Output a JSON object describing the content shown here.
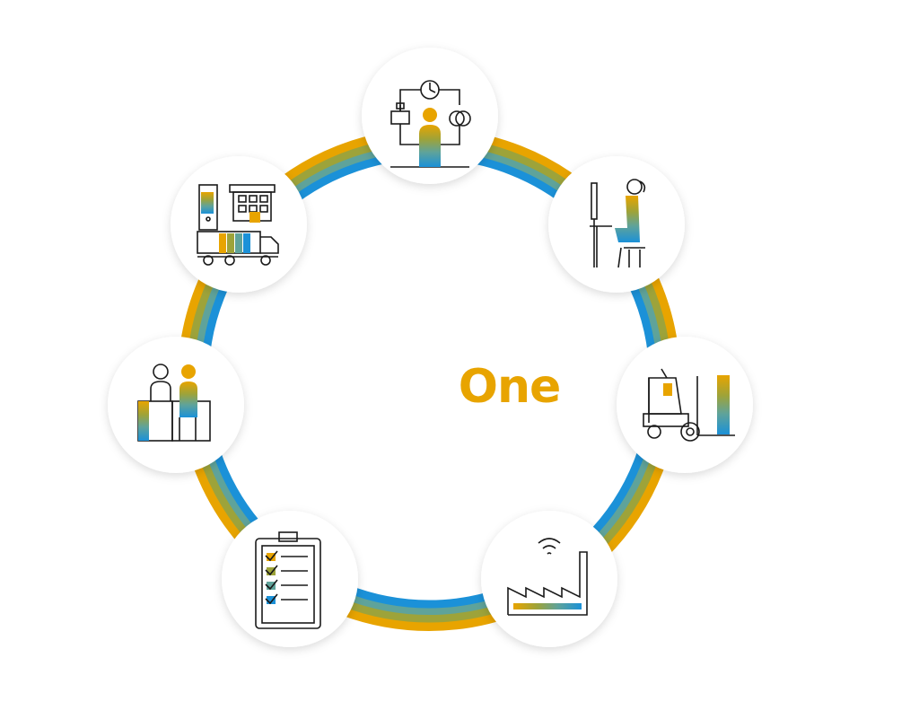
{
  "center_label": "One",
  "colors": {
    "gold": "#E8A400",
    "olive": "#9DA33A",
    "teal": "#5FA39A",
    "blue": "#1B91D8",
    "ink": "#1a1a1a",
    "circle_fill": "#ffffff"
  },
  "nodes": [
    {
      "id": "process-flow",
      "icon": "process-flow-person-icon"
    },
    {
      "id": "office-worker",
      "icon": "person-at-computer-icon"
    },
    {
      "id": "warehouse-forklift",
      "icon": "forklift-icon"
    },
    {
      "id": "smart-factory",
      "icon": "connected-factory-icon"
    },
    {
      "id": "checklist",
      "icon": "clipboard-checklist-icon"
    },
    {
      "id": "customer-service",
      "icon": "service-counter-icon"
    },
    {
      "id": "logistics",
      "icon": "truck-warehouse-icon"
    }
  ]
}
